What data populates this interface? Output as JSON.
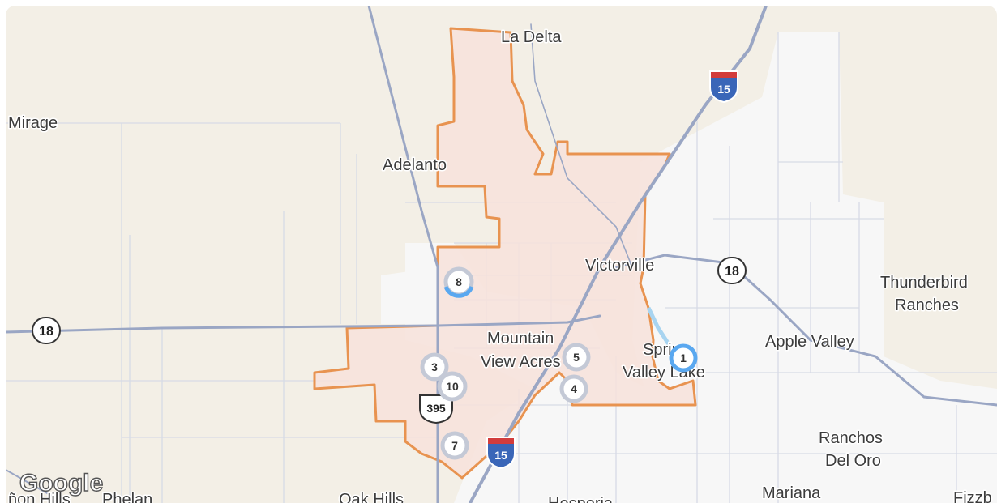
{
  "map": {
    "attribution_logo": "Google",
    "colors": {
      "land": "#f3efe6",
      "urban": "#f7f7f7",
      "boundary_fill": "#f7e2da",
      "boundary_stroke": "#e89350",
      "road": "#c9cfdd",
      "highway": "#9aa6c4",
      "marker_ring": "#c4c9d6",
      "marker_active": "#5aa8f0"
    },
    "places": [
      {
        "name": "La Delta"
      },
      {
        "name": "Mirage"
      },
      {
        "name": "Adelanto"
      },
      {
        "name": "Victorville"
      },
      {
        "name": "Thunderbird"
      },
      {
        "name": "Ranches"
      },
      {
        "name": "Apple Valley"
      },
      {
        "name": "Mountain"
      },
      {
        "name": "View Acres"
      },
      {
        "name": "Spring"
      },
      {
        "name": "Valley Lake"
      },
      {
        "name": "Ranchos"
      },
      {
        "name": "Del Oro"
      },
      {
        "name": "Mariana"
      },
      {
        "name": "Fizzb"
      },
      {
        "name": "ñon Hills"
      },
      {
        "name": "Phelan"
      },
      {
        "name": "Oak Hills"
      },
      {
        "name": "Hesperia"
      }
    ],
    "route_shields": [
      {
        "type": "interstate",
        "label": "15"
      },
      {
        "type": "interstate",
        "label": "15"
      },
      {
        "type": "state",
        "label": "18"
      },
      {
        "type": "state",
        "label": "18"
      },
      {
        "type": "us",
        "label": "395"
      }
    ],
    "markers": [
      {
        "label": "1",
        "active": true
      },
      {
        "label": "3",
        "active": false
      },
      {
        "label": "4",
        "active": false
      },
      {
        "label": "5",
        "active": false
      },
      {
        "label": "7",
        "active": false
      },
      {
        "label": "8",
        "active": true
      },
      {
        "label": "10",
        "active": false
      }
    ]
  }
}
